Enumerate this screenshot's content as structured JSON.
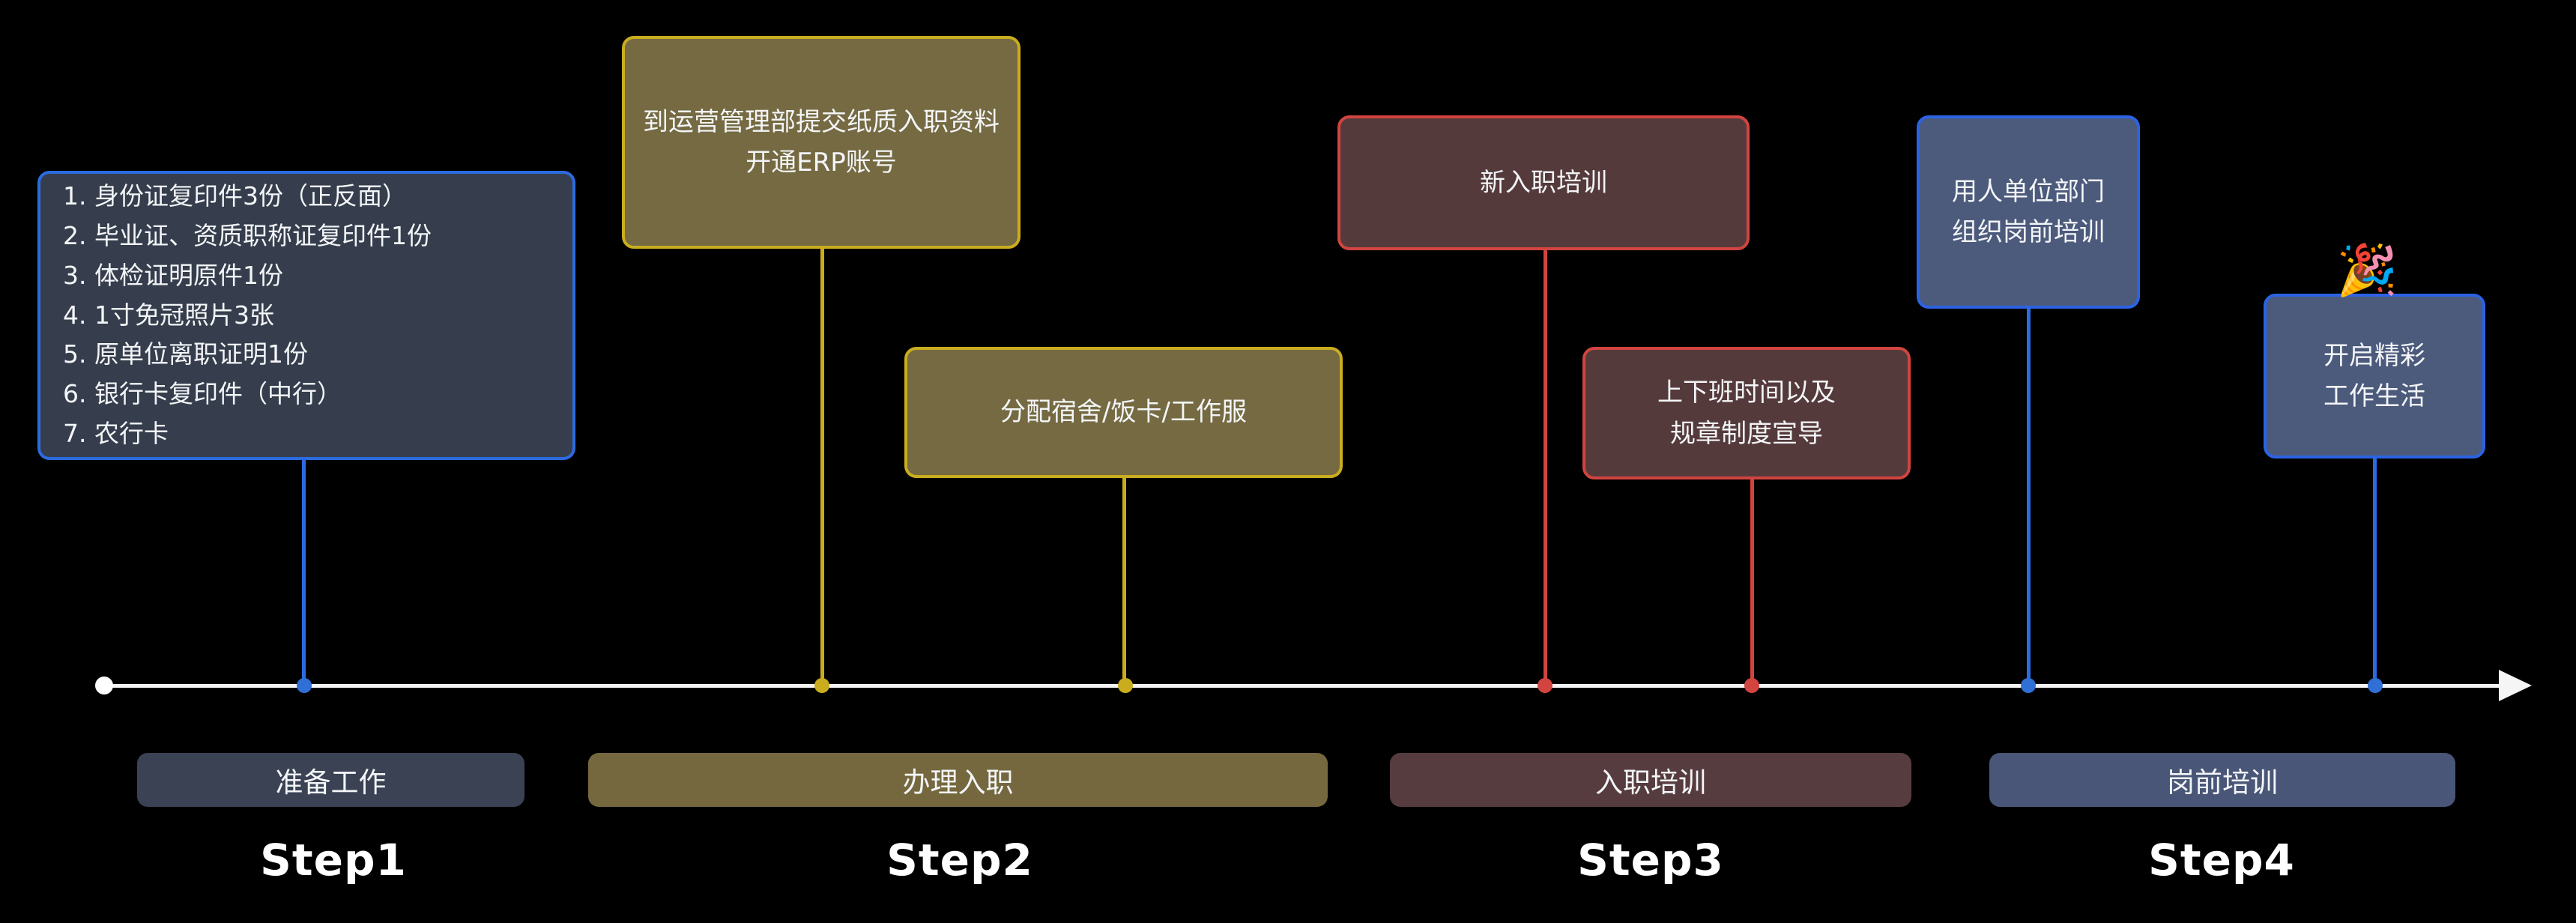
{
  "steps": [
    {
      "step_label": "Step1",
      "bar_label": "准备工作",
      "cards": [
        {
          "lines": [
            "1. 身份证复印件3份（正反面）",
            "2. 毕业证、资质职称证复印件1份",
            "3. 体检证明原件1份",
            "4. 1寸免冠照片3张",
            "5. 原单位离职证明1份",
            "6. 银行卡复印件（中行）",
            "7. 农行卡"
          ]
        }
      ]
    },
    {
      "step_label": "Step2",
      "bar_label": "办理入职",
      "cards": [
        {
          "lines": [
            "到运营管理部提交纸质入职资料",
            "开通ERP账号"
          ]
        },
        {
          "lines": [
            "分配宿舍/饭卡/工作服"
          ]
        }
      ]
    },
    {
      "step_label": "Step3",
      "bar_label": "入职培训",
      "cards": [
        {
          "lines": [
            "新入职培训"
          ]
        },
        {
          "lines": [
            "上下班时间以及",
            "规章制度宣导"
          ]
        }
      ]
    },
    {
      "step_label": "Step4",
      "bar_label": "岗前培训",
      "cards": [
        {
          "lines": [
            "用人单位部门",
            "组织岗前培训"
          ]
        },
        {
          "lines": [
            "开启精彩",
            "工作生活"
          ],
          "emoji": "🎉"
        }
      ]
    }
  ],
  "palette": {
    "background": "#000000",
    "timeline": "#f5f5f5",
    "step1_accent": "#2b6be0",
    "step1_fill": "#363e4d",
    "step1_bar": "#3a4254",
    "step2_accent": "#c9ad1f",
    "step2_fill": "#756a42",
    "step2_bar": "#75683f",
    "step3_accent": "#d14440",
    "step3_fill": "#553a3c",
    "step3_bar": "#573c3f",
    "step4_accent": "#2c63e4",
    "step4_fill": "#4c5a7c",
    "step4_bar": "#495677"
  }
}
